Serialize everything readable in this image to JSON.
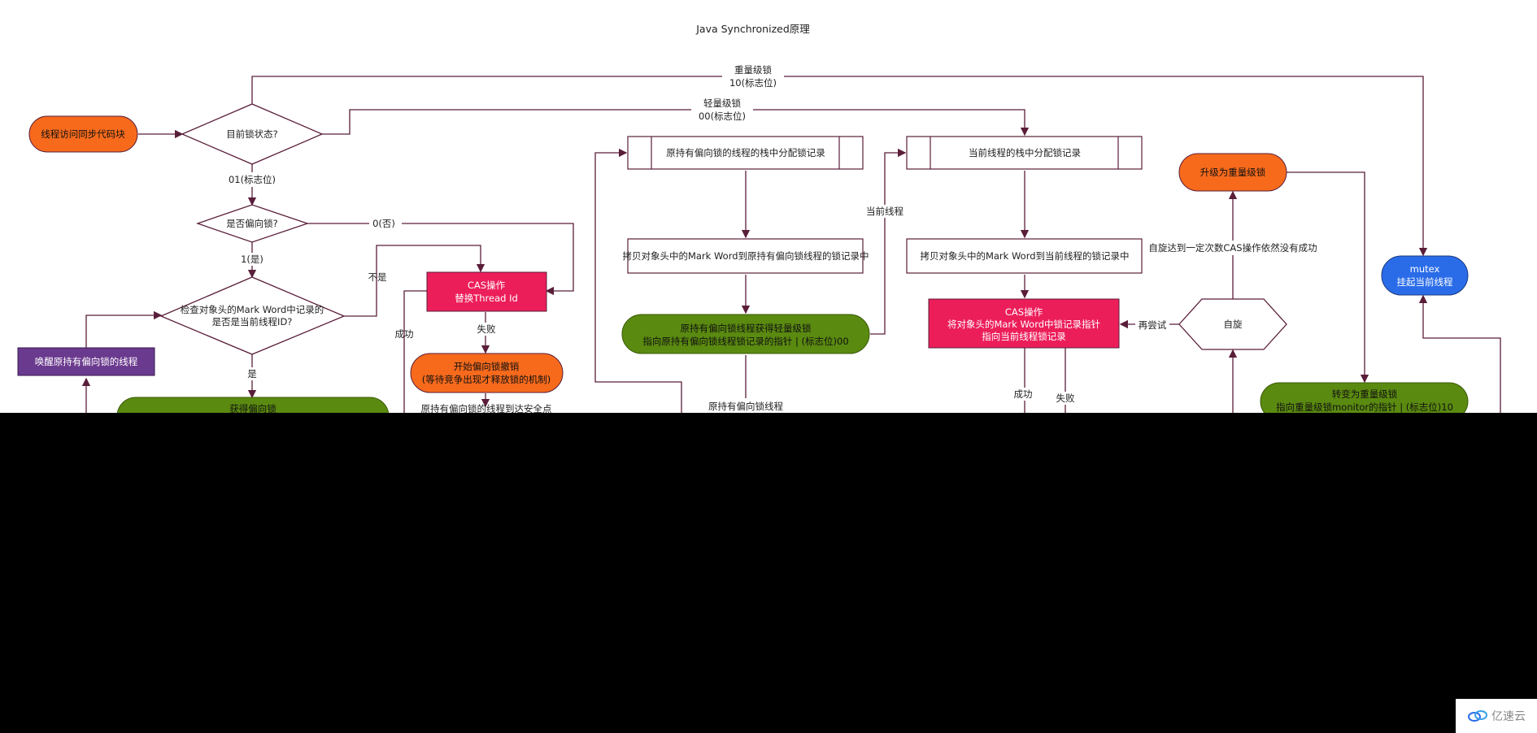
{
  "title": "Java Synchronized原理",
  "nodes": {
    "start": "线程访问同步代码块",
    "lock_state": "目前锁状态?",
    "is_biased": "是否偏向锁?",
    "check_mark_1": "检查对象头的Mark Word中记录的",
    "check_mark_2": "是否是当前线程ID?",
    "wake_thread": "唤醒原持有偏向锁的线程",
    "cas_thread_1": "CAS操作",
    "cas_thread_2": "替换Thread Id",
    "revoke_1": "开始偏向锁撤销",
    "revoke_2": "(等待竞争出现才释放锁的机制)",
    "revoke_partial": "原持有偏向锁的线程到达安全点",
    "alloc_old": "原持有偏向锁的线程的栈中分配锁记录",
    "copy_old": "拷贝对象头中的Mark Word到原持有偏向锁线程的锁记录中",
    "light_1": "原持有偏向锁线程获得轻量级锁",
    "light_2": "指向原持有偏向锁线程锁记录的指针 | (标志位)00",
    "old_partial": "原持有偏向锁线程",
    "alloc_cur": "当前线程的栈中分配锁记录",
    "copy_cur": "拷贝对象头中的Mark Word到当前线程的锁记录中",
    "cas_ptr_1": "CAS操作",
    "cas_ptr_2": "将对象头的Mark Word中锁记录指针",
    "cas_ptr_3": "指向当前线程锁记录",
    "spin": "自旋",
    "upgrade": "升级为重量级锁",
    "mutex_1": "mutex",
    "mutex_2": "挂起当前线程",
    "heavy_1": "转变为重量级锁",
    "heavy_2": "指向重量级锁monitor的指针 | (标志位)10",
    "green_left_partial": "获得偏向锁"
  },
  "edge_labels": {
    "heavy": "重量级锁",
    "heavy_flag": "10(标志位)",
    "light": "轻量级锁",
    "light_flag": "00(标志位)",
    "biased_flag": "01(标志位)",
    "no_zero": "0(否)",
    "yes_one": "1(是)",
    "not": "不是",
    "yes": "是",
    "fail_left": "失败",
    "success_left": "成功",
    "current_thread": "当前线程",
    "retry": "再尝试",
    "spin_limit": "自旋达到一定次数CAS操作依然没有成功",
    "success_right": "成功",
    "fail_right": "失败"
  },
  "watermark": "亿速云",
  "colors": {
    "orange": "#f76a1c",
    "crimson": "#ec1e5a",
    "green": "#5a8a10",
    "purple": "#6a3a8e",
    "blue": "#2a6ce8",
    "line": "#5a1e3a"
  }
}
